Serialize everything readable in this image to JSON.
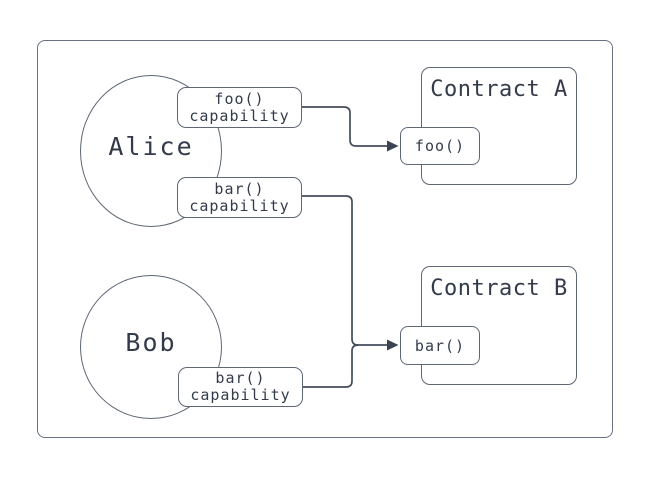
{
  "colors": {
    "background": "#ffffff",
    "shape_stroke": "#5f6774",
    "connector_stroke": "#454d5c",
    "text": "#333b4b"
  },
  "actors": [
    {
      "name": "Alice"
    },
    {
      "name": "Bob"
    }
  ],
  "badges": [
    {
      "line1": "foo()",
      "line2": "capability"
    },
    {
      "line1": "bar()",
      "line2": "capability"
    },
    {
      "line1": "bar()",
      "line2": "capability"
    }
  ],
  "contracts": [
    {
      "title": "Contract A",
      "function_label": "foo()"
    },
    {
      "title": "Contract B",
      "function_label": "bar()"
    }
  ]
}
